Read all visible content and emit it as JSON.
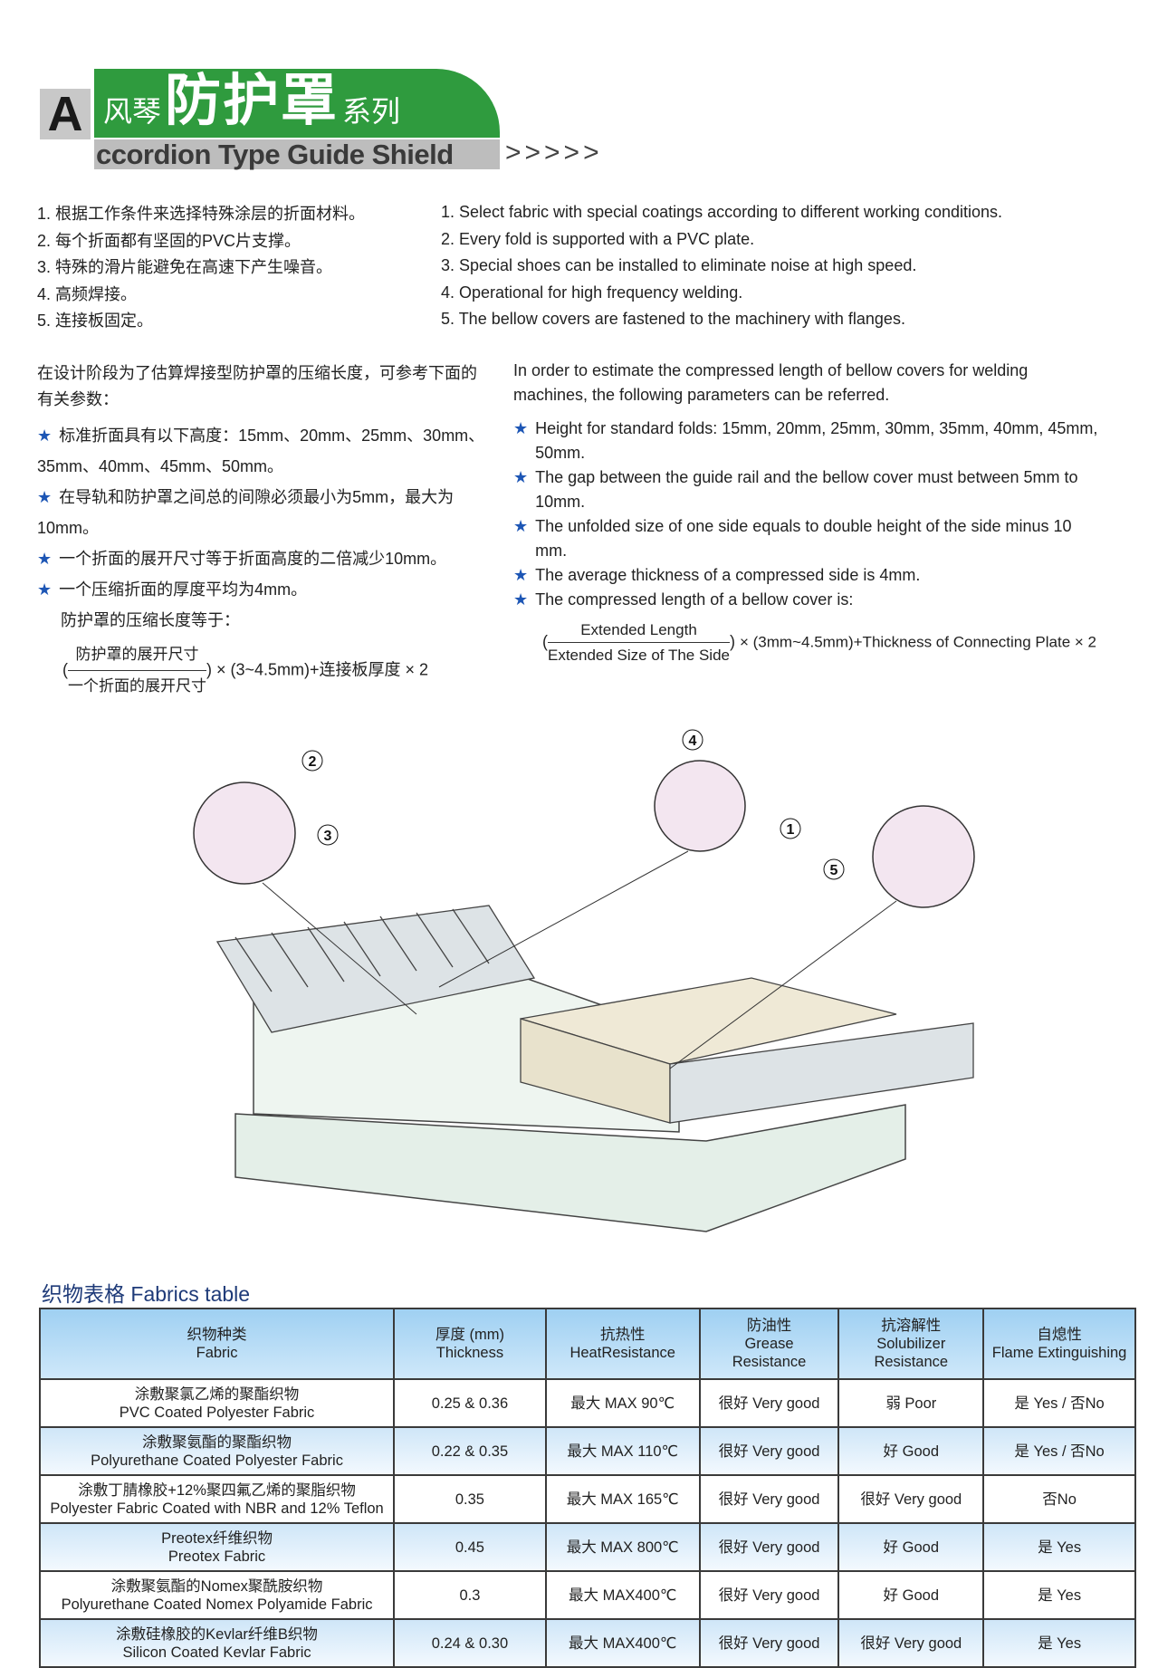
{
  "header": {
    "letter": "A",
    "title_pre": "风琴",
    "title_main": "防护罩",
    "title_post": "系列",
    "subtitle": "ccordion Type Guide Shield",
    "arrows": ">>>>>"
  },
  "features_cn": [
    "1. 根据工作条件来选择特殊涂层的折面材料。",
    "2. 每个折面都有坚固的PVC片支撑。",
    "3. 特殊的滑片能避免在高速下产生噪音。",
    "4. 高频焊接。",
    "5. 连接板固定。"
  ],
  "features_en": [
    "1. Select fabric with special coatings according to different working conditions.",
    "2. Every fold is supported with a PVC plate.",
    "3. Special shoes can be installed to eliminate noise at high speed.",
    "4. Operational for high frequency welding.",
    "5. The bellow covers are fastened to the machinery with flanges."
  ],
  "design_cn": {
    "intro": "在设计阶段为了估算焊接型防护罩的压缩长度，可参考下面的有关参数：",
    "items": [
      "标准折面具有以下高度：15mm、20mm、25mm、30mm、35mm、40mm、45mm、50mm。",
      "在导轨和防护罩之间总的间隙必须最小为5mm，最大为10mm。",
      "一个折面的展开尺寸等于折面高度的二倍减少10mm。",
      "一个压缩折面的厚度平均为4mm。"
    ],
    "formula_label": "防护罩的压缩长度等于：",
    "num": "防护罩的展开尺寸",
    "den": "一个折面的展开尺寸",
    "tail": "× (3~4.5mm)+连接板厚度 × 2"
  },
  "design_en": {
    "intro": "In order to estimate the compressed length of bellow covers for welding machines, the following parameters can be referred.",
    "items": [
      "Height for standard folds: 15mm, 20mm, 25mm, 30mm, 35mm, 40mm, 45mm, 50mm.",
      "The gap between the guide rail and the bellow cover must between 5mm to 10mm.",
      "The unfolded size of one side equals to double height of the side minus 10 mm.",
      "The average thickness of a compressed side is 4mm.",
      "The compressed length of a bellow cover is:"
    ],
    "num": "Extended Length",
    "den": "Extended Size of The Side",
    "tail": "× (3mm~4.5mm)+Thickness of Connecting Plate × 2"
  },
  "diagram": {
    "callouts": [
      "1",
      "2",
      "3",
      "4",
      "5"
    ]
  },
  "table": {
    "title": "织物表格  Fabrics table",
    "headers": [
      [
        "织物种类",
        "Fabric"
      ],
      [
        "厚度 (mm)",
        "Thickness"
      ],
      [
        "抗热性",
        "HeatResistance"
      ],
      [
        "防油性",
        "Grease",
        "Resistance"
      ],
      [
        "抗溶解性",
        "Solubilizer",
        "Resistance"
      ],
      [
        "自熄性",
        "Flame Extinguishing"
      ]
    ],
    "rows": [
      [
        [
          "涂敷聚氯乙烯的聚酯织物",
          "PVC Coated Polyester Fabric"
        ],
        "0.25 & 0.36",
        "最大  MAX 90℃",
        "很好  Very good",
        "弱  Poor",
        "是 Yes / 否No"
      ],
      [
        [
          "涂敷聚氨酯的聚酯织物",
          "Polyurethane Coated Polyester Fabric"
        ],
        "0.22 & 0.35",
        "最大  MAX 110℃",
        "很好  Very good",
        "好  Good",
        "是 Yes / 否No"
      ],
      [
        [
          "涂敷丁腈橡胶+12%聚四氟乙烯的聚脂织物",
          "Polyester Fabric Coated with NBR and 12% Teflon"
        ],
        "0.35",
        "最大  MAX 165℃",
        "很好  Very good",
        "很好  Very good",
        "否No"
      ],
      [
        [
          "Preotex纤维织物",
          "Preotex Fabric"
        ],
        "0.45",
        "最大  MAX 800℃",
        "很好  Very good",
        "好  Good",
        "是 Yes"
      ],
      [
        [
          "涂敷聚氨酯的Nomex聚酰胺织物",
          "Polyurethane Coated Nomex Polyamide Fabric"
        ],
        "0.3",
        "最大  MAX400℃",
        "很好  Very good",
        "好  Good",
        "是 Yes"
      ],
      [
        [
          "涂敷硅橡胶的Kevlar纤维B织物",
          "Silicon Coated Kevlar Fabric"
        ],
        "0.24 & 0.30",
        "最大  MAX400℃",
        "很好  Very good",
        "很好  Very good",
        "是 Yes"
      ]
    ]
  }
}
